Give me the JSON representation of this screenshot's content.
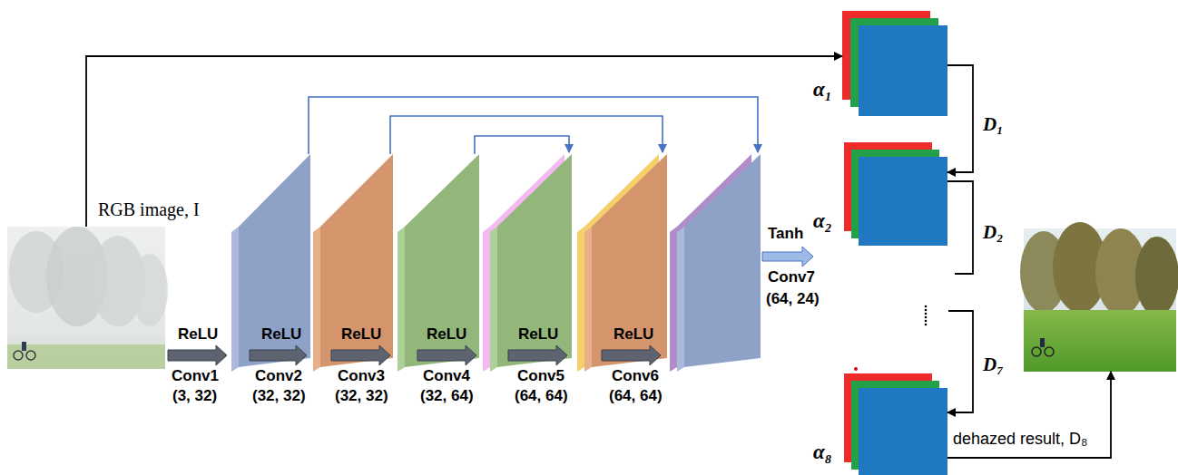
{
  "diagram": {
    "nodes": [
      {
        "text": [
          "RGB image, I"
        ]
      },
      {
        "text": [
          "α₁"
        ]
      },
      {
        "text": [
          "α₂"
        ]
      },
      {
        "text": [
          "α₈"
        ]
      },
      {
        "text": [
          "dehazed result, D₈"
        ]
      }
    ],
    "edges": [
      {
        "from": 0,
        "to": 1,
        "arrow": "to"
      },
      {
        "from": 1,
        "to": 2,
        "label": "D₁",
        "arrow": "to"
      },
      {
        "from": 2,
        "to": 3,
        "arrow": "to"
      },
      {
        "from": 3,
        "to": 4,
        "arrow": "to"
      }
    ],
    "labels": [
      "ReLU",
      "Conv1",
      "(3, 32)",
      "ReLU",
      "Conv2",
      "(32, 32)",
      "ReLU",
      "Conv3",
      "(32, 32)",
      "ReLU",
      "Conv4",
      "(32, 64)",
      "ReLU",
      "Conv5",
      "(64, 64)",
      "ReLU",
      "Conv6",
      "(64, 64)",
      "Tanh",
      "Conv7",
      "(64, 24)",
      "D₂",
      "D₇"
    ]
  }
}
